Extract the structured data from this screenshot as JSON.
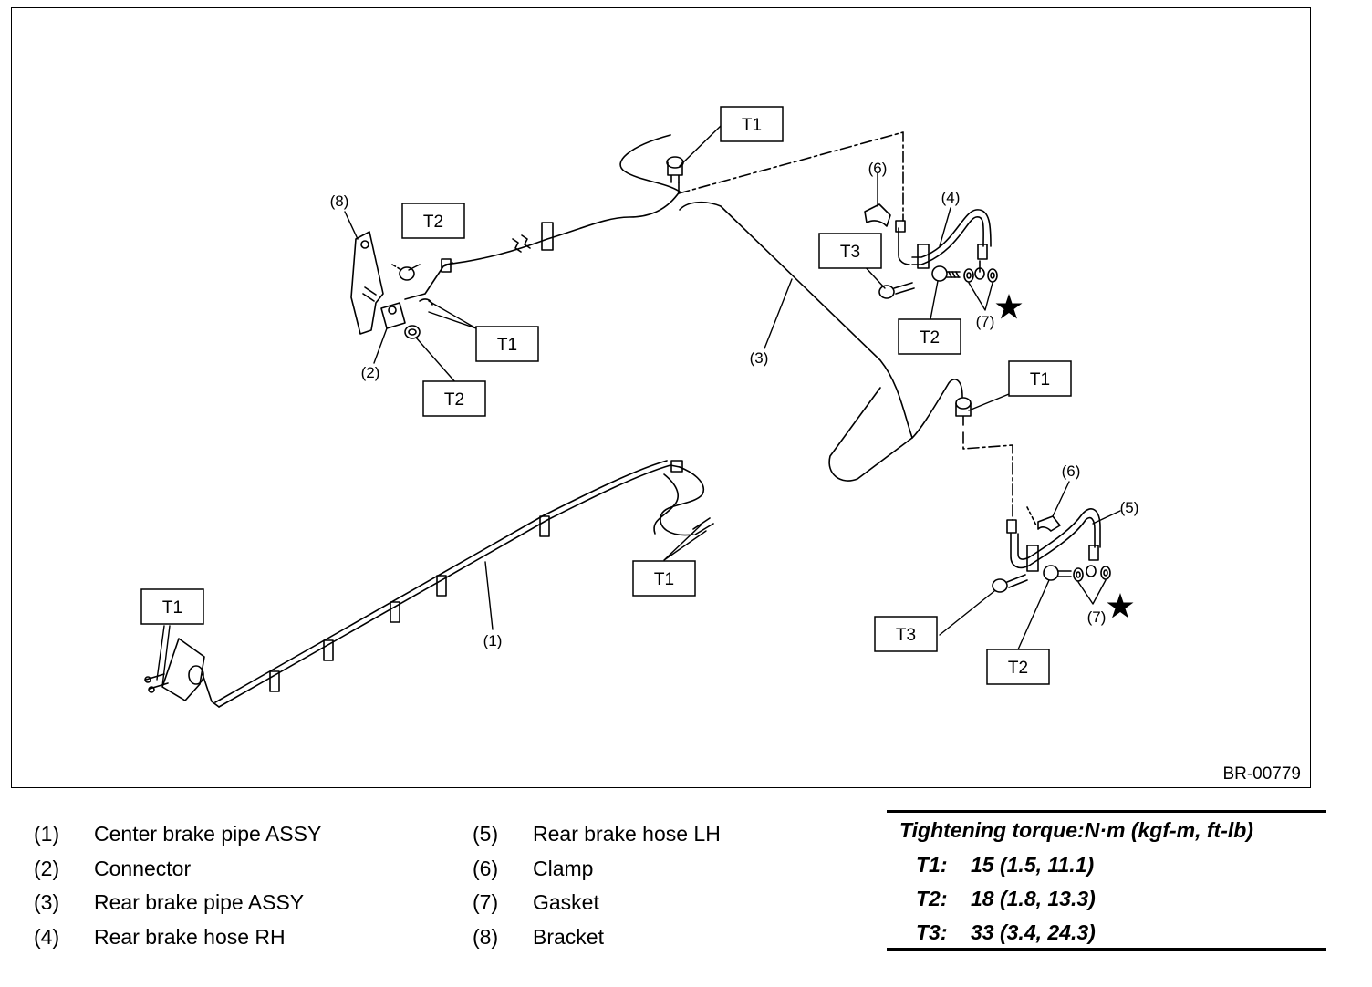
{
  "figure": {
    "code": "BR-00779",
    "torque_boxes": [
      "T1",
      "T2",
      "T3"
    ],
    "callouts": [
      "(1)",
      "(2)",
      "(3)",
      "(4)",
      "(5)",
      "(6)",
      "(7)",
      "(8)"
    ]
  },
  "legend": {
    "col1": [
      {
        "num": "(1)",
        "text": "Center brake pipe ASSY"
      },
      {
        "num": "(2)",
        "text": "Connector"
      },
      {
        "num": "(3)",
        "text": "Rear brake pipe ASSY"
      },
      {
        "num": "(4)",
        "text": "Rear brake hose RH"
      }
    ],
    "col2": [
      {
        "num": "(5)",
        "text": "Rear brake hose LH"
      },
      {
        "num": "(6)",
        "text": "Clamp"
      },
      {
        "num": "(7)",
        "text": "Gasket"
      },
      {
        "num": "(8)",
        "text": "Bracket"
      }
    ]
  },
  "torque": {
    "title": "Tightening torque:N·m (kgf-m, ft-lb)",
    "rows": [
      {
        "key": "T1:",
        "value": "15 (1.5, 11.1)"
      },
      {
        "key": "T2:",
        "value": "18 (1.8, 13.3)"
      },
      {
        "key": "T3:",
        "value": "33 (3.4, 24.3)"
      }
    ]
  }
}
